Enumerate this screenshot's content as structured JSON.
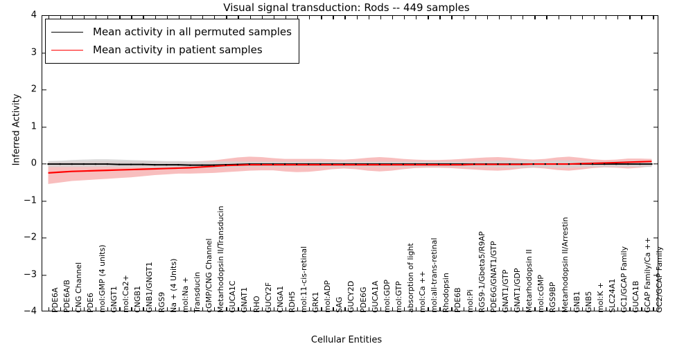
{
  "chart_data": {
    "type": "line",
    "title": "Visual signal transduction: Rods -- 449 samples",
    "xlabel": "Cellular Entities",
    "ylabel": "Inferred Activity",
    "ylim": [
      -4,
      4
    ],
    "yticks": [
      4,
      3,
      2,
      1,
      0,
      -1,
      -2,
      -3,
      -4
    ],
    "grid": false,
    "legend_position": "upper-left",
    "categories": [
      "PDE6A",
      "PDE6A/B",
      "CNG Channel",
      "PDE6",
      "mol:GMP (4 units)",
      "GNGT1",
      "mol:Ca2+",
      "CNGB1",
      "GNB1/GNGT1",
      "RGS9",
      "Na + (4 Units)",
      "mol:Na +",
      "Transducin",
      "cGMP/CNG Channel",
      "Metarhodopsin II/Transducin",
      "GUCA1C",
      "GNAT1",
      "RHO",
      "GUCY2F",
      "CNGA1",
      "RDH5",
      "mol:11-cis-retinal",
      "GRK1",
      "mol:ADP",
      "SAG",
      "GUCY2D",
      "PDE6G",
      "GUCA1A",
      "mol:GDP",
      "mol:GTP",
      "absorption of light",
      "mol:Ca ++",
      "mol:all-trans-retinal",
      "Rhodopsin",
      "PDE6B",
      "mol:Pi",
      "RGS9-1/Gbeta5/R9AP",
      "PDE6G/GNAT1/GTP",
      "GNAT1/GTP",
      "GNAT1/GDP",
      "Metarhodopsin II",
      "mol:cGMP",
      "RGS9BP",
      "Metarhodopsin II/Arrestin",
      "GNB1",
      "GNB5",
      "mol:K +",
      "SLC24A1",
      "GC1/GCAP Family",
      "GUCA1B",
      "GCAP Family/Ca ++",
      "GC2/GCAP Family"
    ],
    "series": [
      {
        "name": "Mean activity in all permuted samples",
        "color": "#000000",
        "band_color": "#d4d4d4",
        "values": [
          -0.02,
          -0.02,
          -0.02,
          -0.02,
          -0.02,
          -0.02,
          -0.03,
          -0.03,
          -0.03,
          -0.04,
          -0.04,
          -0.04,
          -0.05,
          -0.05,
          -0.05,
          -0.04,
          -0.03,
          -0.02,
          -0.02,
          -0.02,
          -0.02,
          -0.02,
          -0.02,
          -0.02,
          -0.02,
          -0.02,
          -0.02,
          -0.02,
          -0.02,
          -0.02,
          -0.02,
          -0.02,
          -0.02,
          -0.02,
          -0.02,
          -0.02,
          -0.02,
          -0.02,
          -0.02,
          -0.02,
          -0.02,
          -0.02,
          -0.02,
          -0.02,
          -0.02,
          -0.02,
          -0.02,
          -0.02,
          -0.02,
          -0.02,
          -0.02,
          -0.02
        ],
        "band_lower": [
          -0.1,
          -0.1,
          -0.1,
          -0.1,
          -0.1,
          -0.1,
          -0.11,
          -0.11,
          -0.11,
          -0.12,
          -0.12,
          -0.12,
          -0.13,
          -0.13,
          -0.13,
          -0.12,
          -0.11,
          -0.1,
          -0.1,
          -0.1,
          -0.1,
          -0.1,
          -0.1,
          -0.1,
          -0.1,
          -0.1,
          -0.1,
          -0.1,
          -0.1,
          -0.1,
          -0.1,
          -0.1,
          -0.1,
          -0.1,
          -0.1,
          -0.1,
          -0.1,
          -0.1,
          -0.11,
          -0.12,
          -0.12,
          -0.11,
          -0.11,
          -0.12,
          -0.12,
          -0.11,
          -0.1,
          -0.1,
          -0.1,
          -0.1,
          -0.1,
          -0.1
        ],
        "band_upper": [
          0.06,
          0.07,
          0.09,
          0.1,
          0.11,
          0.11,
          0.1,
          0.09,
          0.08,
          0.07,
          0.06,
          0.06,
          0.05,
          0.05,
          0.05,
          0.05,
          0.05,
          0.05,
          0.05,
          0.05,
          0.05,
          0.05,
          0.05,
          0.05,
          0.05,
          0.05,
          0.05,
          0.05,
          0.05,
          0.05,
          0.05,
          0.05,
          0.05,
          0.05,
          0.05,
          0.05,
          0.05,
          0.06,
          0.07,
          0.08,
          0.08,
          0.06,
          0.06,
          0.08,
          0.08,
          0.06,
          0.05,
          0.05,
          0.06,
          0.07,
          0.07,
          0.06
        ]
      },
      {
        "name": "Mean activity in patient samples",
        "color": "#ff0000",
        "band_color": "#f6a8a8",
        "values": [
          -0.26,
          -0.24,
          -0.22,
          -0.21,
          -0.2,
          -0.19,
          -0.18,
          -0.17,
          -0.16,
          -0.15,
          -0.14,
          -0.13,
          -0.12,
          -0.1,
          -0.08,
          -0.06,
          -0.05,
          -0.04,
          -0.04,
          -0.04,
          -0.04,
          -0.04,
          -0.04,
          -0.04,
          -0.04,
          -0.04,
          -0.04,
          -0.04,
          -0.04,
          -0.04,
          -0.04,
          -0.04,
          -0.04,
          -0.04,
          -0.04,
          -0.04,
          -0.03,
          -0.03,
          -0.03,
          -0.03,
          -0.03,
          -0.02,
          -0.02,
          -0.02,
          -0.02,
          -0.01,
          0.0,
          0.01,
          0.02,
          0.03,
          0.04,
          0.05
        ],
        "band_lower": [
          -0.56,
          -0.52,
          -0.48,
          -0.46,
          -0.44,
          -0.42,
          -0.4,
          -0.38,
          -0.35,
          -0.32,
          -0.3,
          -0.28,
          -0.28,
          -0.27,
          -0.26,
          -0.24,
          -0.22,
          -0.2,
          -0.19,
          -0.19,
          -0.22,
          -0.24,
          -0.23,
          -0.2,
          -0.16,
          -0.14,
          -0.16,
          -0.2,
          -0.22,
          -0.2,
          -0.16,
          -0.13,
          -0.12,
          -0.12,
          -0.13,
          -0.15,
          -0.17,
          -0.19,
          -0.2,
          -0.18,
          -0.14,
          -0.12,
          -0.14,
          -0.18,
          -0.2,
          -0.17,
          -0.13,
          -0.11,
          -0.12,
          -0.14,
          -0.12,
          -0.08
        ],
        "band_upper": [
          0.03,
          0.04,
          0.05,
          0.05,
          0.06,
          0.06,
          0.06,
          0.06,
          0.06,
          0.06,
          0.05,
          0.05,
          0.05,
          0.06,
          0.08,
          0.12,
          0.16,
          0.18,
          0.17,
          0.14,
          0.12,
          0.12,
          0.12,
          0.12,
          0.11,
          0.1,
          0.12,
          0.15,
          0.17,
          0.15,
          0.12,
          0.1,
          0.09,
          0.09,
          0.1,
          0.12,
          0.14,
          0.16,
          0.17,
          0.15,
          0.12,
          0.1,
          0.12,
          0.16,
          0.18,
          0.15,
          0.11,
          0.09,
          0.1,
          0.13,
          0.13,
          0.12
        ]
      }
    ]
  },
  "legend": {
    "entries": [
      {
        "label": "Mean activity in all permuted samples",
        "color": "#000000"
      },
      {
        "label": "Mean activity in patient samples",
        "color": "#ff0000"
      }
    ]
  }
}
